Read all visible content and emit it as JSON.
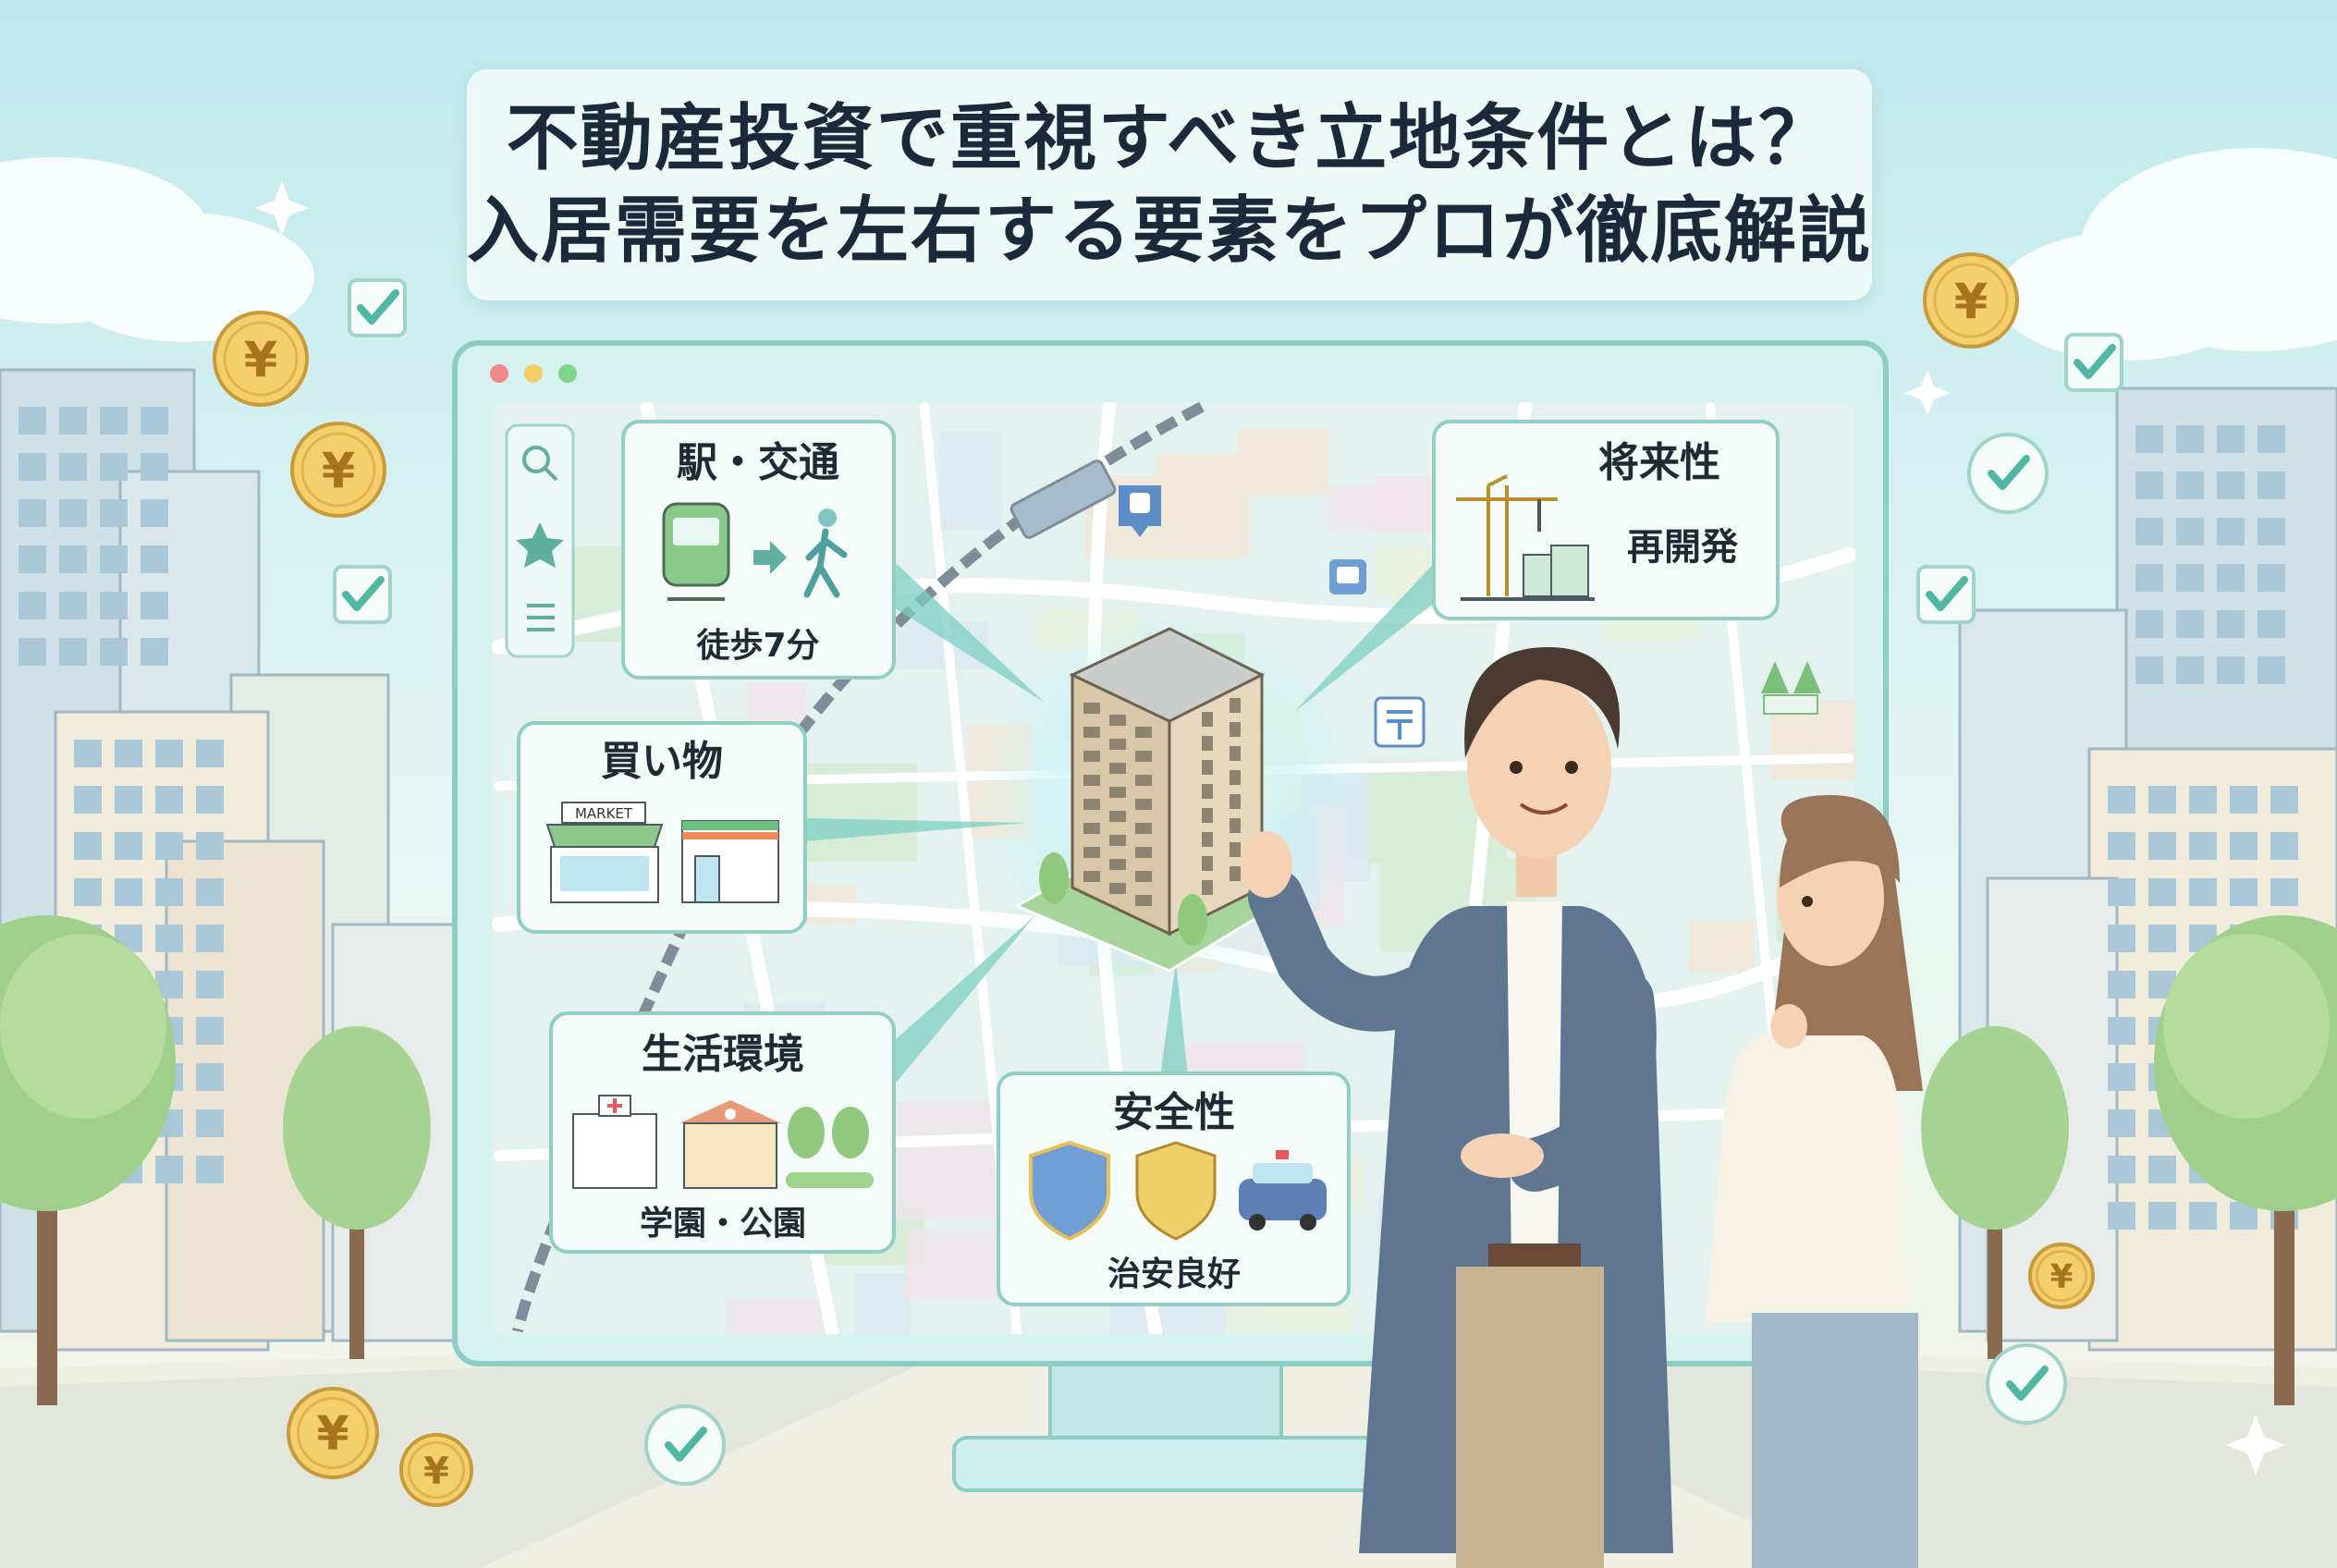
{
  "title": {
    "line1": "不動産投資で重視すべき立地条件とは？",
    "line2": "入居需要を左右する要素をプロが徹底解説"
  },
  "colors": {
    "sky": "#cdeef0",
    "ground": "#f3f4e6",
    "card_border": "#8fcfc4",
    "map_bg": "#e3f1ef",
    "title_text": "#1b2a3a",
    "coin": "#f3cf6e",
    "check": "#4fb7a3"
  },
  "monitor": {
    "window_dots": [
      "#ef8a86",
      "#f4cc6a",
      "#7fd38b"
    ],
    "sidebar_icons": [
      "search-icon",
      "star-icon",
      "menu-icon"
    ]
  },
  "cards": {
    "transport": {
      "title": "駅・交通",
      "caption": "徒歩7分",
      "icons": [
        "train-icon",
        "arrow-right-icon",
        "walking-person-icon"
      ]
    },
    "shopping": {
      "title": "買い物",
      "market_sign": "MARKET",
      "icons": [
        "supermarket-icon",
        "convenience-store-icon"
      ]
    },
    "living": {
      "title": "生活環境",
      "caption": "学園・公園",
      "icons": [
        "hospital-icon",
        "school-icon",
        "park-trees-icon"
      ]
    },
    "safety": {
      "title": "安全性",
      "caption": "治安良好",
      "icons": [
        "police-badge-icon",
        "shield-emblem-icon",
        "police-car-icon"
      ]
    },
    "future": {
      "title": "将来性",
      "caption": "再開発",
      "icons": [
        "crane-icon",
        "construction-icon"
      ]
    }
  },
  "decor": {
    "coin_symbol": "¥"
  }
}
